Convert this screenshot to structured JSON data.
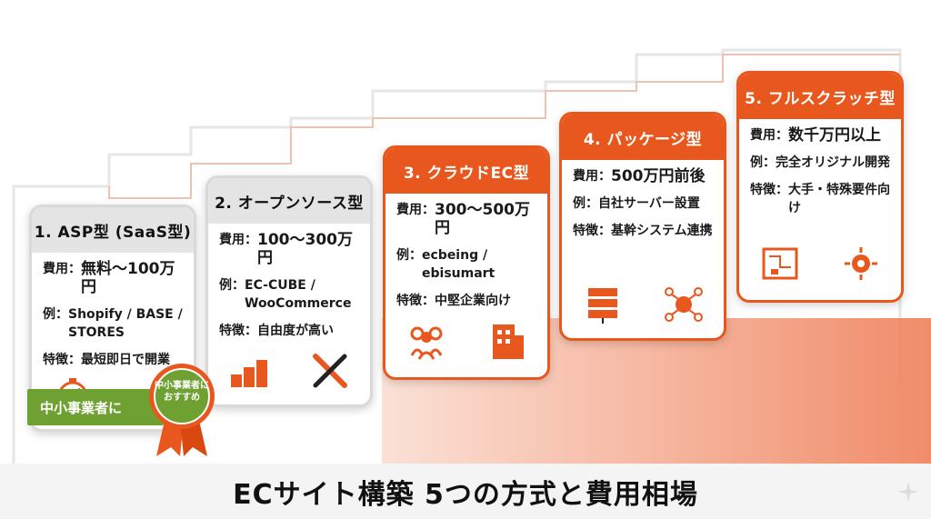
{
  "title": "ECサイト構築 5つの方式と費用相場",
  "colors": {
    "accent": "#e8581e",
    "grey_header": "#e4e4e4",
    "green": "#6fa032"
  },
  "cards": [
    {
      "heading": "1. ASP型 (SaaS型)",
      "style": "grey",
      "rows": [
        {
          "key": "費用：",
          "value": "無料〜100万円"
        },
        {
          "key": "例：",
          "value": "Shopify / BASE / STORES"
        },
        {
          "key": "特徴：",
          "value": "最短即日で開業"
        }
      ],
      "icons": [
        "stopwatch-icon",
        "wrench-icon"
      ]
    },
    {
      "heading": "2. オープンソース型",
      "style": "grey",
      "rows": [
        {
          "key": "費用：",
          "value": "100〜300万円"
        },
        {
          "key": "例：",
          "value": "EC-CUBE / WooCommerce"
        },
        {
          "key": "特徴：",
          "value": "自由度が高い"
        }
      ],
      "icons": [
        "blocks-icon",
        "tools-icon"
      ]
    },
    {
      "heading": "3. クラウドEC型",
      "style": "orange",
      "rows": [
        {
          "key": "費用：",
          "value": "300〜500万円"
        },
        {
          "key": "例：",
          "value": "ecbeing / ebisumart"
        },
        {
          "key": "特徴：",
          "value": "中堅企業向け"
        }
      ],
      "icons": [
        "people-icon",
        "building-icon"
      ]
    },
    {
      "heading": "4. パッケージ型",
      "style": "orange",
      "rows": [
        {
          "key": "費用：",
          "value": "500万円前後"
        },
        {
          "key": "例：",
          "value": "自社サーバー設置"
        },
        {
          "key": "特徴：",
          "value": "基幹システム連携"
        }
      ],
      "icons": [
        "server-icon",
        "database-network-icon"
      ]
    },
    {
      "heading": "5. フルスクラッチ型",
      "style": "orange",
      "rows": [
        {
          "key": "費用：",
          "value": "数千万円以上"
        },
        {
          "key": "例：",
          "value": "完全オリジナル開発"
        },
        {
          "key": "特徴：",
          "value": "大手・特殊要件向け"
        }
      ],
      "icons": [
        "blueprint-icon",
        "gear-circuit-icon"
      ]
    }
  ],
  "green_tag": "中小事業者に",
  "badge": "中小事業者に\nおすすめ"
}
